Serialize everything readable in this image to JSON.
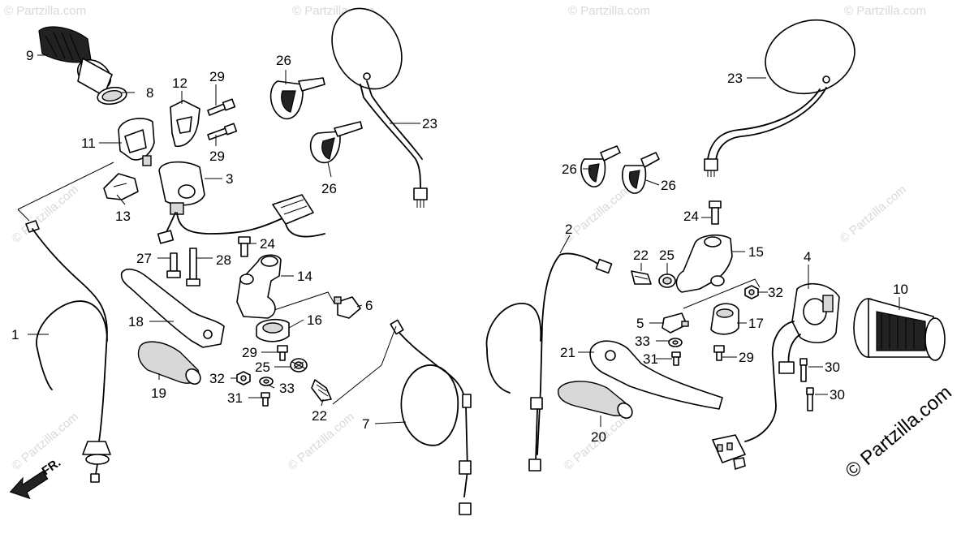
{
  "watermark_text": "© Partzilla.com",
  "copyright_text": "© Partzilla.com",
  "direction_label": "FR.",
  "callouts": {
    "c1": "1",
    "c2": "2",
    "c3": "3",
    "c4": "4",
    "c5": "5",
    "c6": "6",
    "c7": "7",
    "c8": "8",
    "c9": "9",
    "c10": "10",
    "c11": "11",
    "c12": "12",
    "c13": "13",
    "c14": "14",
    "c15": "15",
    "c16": "16",
    "c17": "17",
    "c18": "18",
    "c19": "19",
    "c20": "20",
    "c21": "21",
    "c22a": "22",
    "c22b": "22",
    "c23a": "23",
    "c23b": "23",
    "c24a": "24",
    "c24b": "24",
    "c25a": "25",
    "c25b": "25",
    "c26a": "26",
    "c26b": "26",
    "c26c": "26",
    "c26d": "26",
    "c27": "27",
    "c28": "28",
    "c29a": "29",
    "c29b": "29",
    "c29c": "29",
    "c29d": "29",
    "c30a": "30",
    "c30b": "30",
    "c31a": "31",
    "c31b": "31",
    "c32a": "32",
    "c32b": "32",
    "c33a": "33",
    "c33b": "33"
  }
}
